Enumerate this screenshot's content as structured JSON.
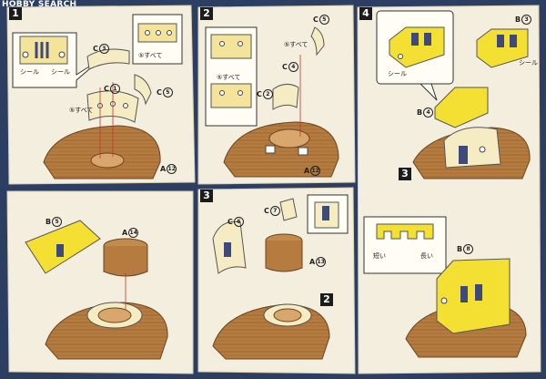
{
  "watermark": "HOBBY SEARCH",
  "steps": [
    {
      "number": "1",
      "parts": [
        {
          "letter": "C",
          "num": "3"
        },
        {
          "letter": "C",
          "num": "1"
        },
        {
          "letter": "C",
          "num": "5"
        },
        {
          "letter": "A",
          "num": "12"
        }
      ],
      "note": "⑤すべて",
      "note2": "⑤すべて"
    },
    {
      "number": "2",
      "parts": [
        {
          "letter": "C",
          "num": "5"
        },
        {
          "letter": "C",
          "num": "4"
        },
        {
          "letter": "C",
          "num": "2"
        },
        {
          "letter": "A",
          "num": "12"
        }
      ],
      "note": "⑤すべて",
      "note2": "⑤すべて"
    },
    {
      "number": "3",
      "parts": [
        {
          "letter": "C",
          "num": "6"
        },
        {
          "letter": "C",
          "num": "7"
        },
        {
          "letter": "A",
          "num": "13"
        }
      ],
      "sub_badge": "2"
    },
    {
      "number": "4",
      "parts": [
        {
          "letter": "B",
          "num": "3"
        },
        {
          "letter": "B",
          "num": "4"
        },
        {
          "letter": "B",
          "num": "8"
        }
      ],
      "sub_badge": "3"
    }
  ],
  "panel5_parts": [
    {
      "letter": "B",
      "num": "5"
    },
    {
      "letter": "A",
      "num": "14"
    }
  ],
  "cut_labels": {
    "left": "短い",
    "right": "長い"
  },
  "cut_tags": [
    "シール",
    "シール",
    "シール",
    "シール"
  ]
}
